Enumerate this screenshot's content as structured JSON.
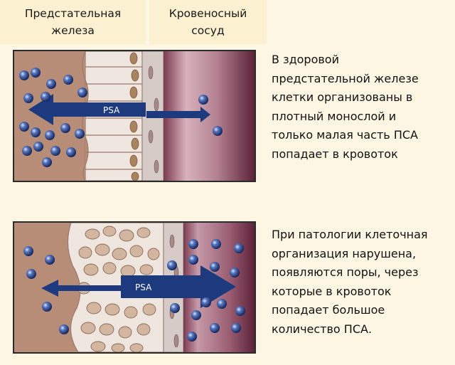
{
  "headers": {
    "prostate_lines": [
      "Предстательная",
      "железа"
    ],
    "vessel_lines": [
      "Кровеносный",
      "сосуд"
    ]
  },
  "arrow_label": "PSA",
  "descriptions": {
    "healthy_lines": [
      "В здоровой",
      "предстательной железе",
      "клетки организованы в",
      "плотный монослой и",
      "только малая часть ПСА",
      "попадает в кровоток"
    ],
    "pathology_lines": [
      "При патологии клеточная",
      "организация нарушена,",
      "появляются поры, через",
      "которые в кровоток",
      "попадает большое",
      "количество ПСА."
    ]
  },
  "colors": {
    "tissue": "#b88d78",
    "cell_fill": "#f3ece6",
    "cell_border": "#9a7a6a",
    "vessel_dark": "#5b2238",
    "arrow": "#1d3a7e",
    "particle": "#2d4a8c"
  }
}
